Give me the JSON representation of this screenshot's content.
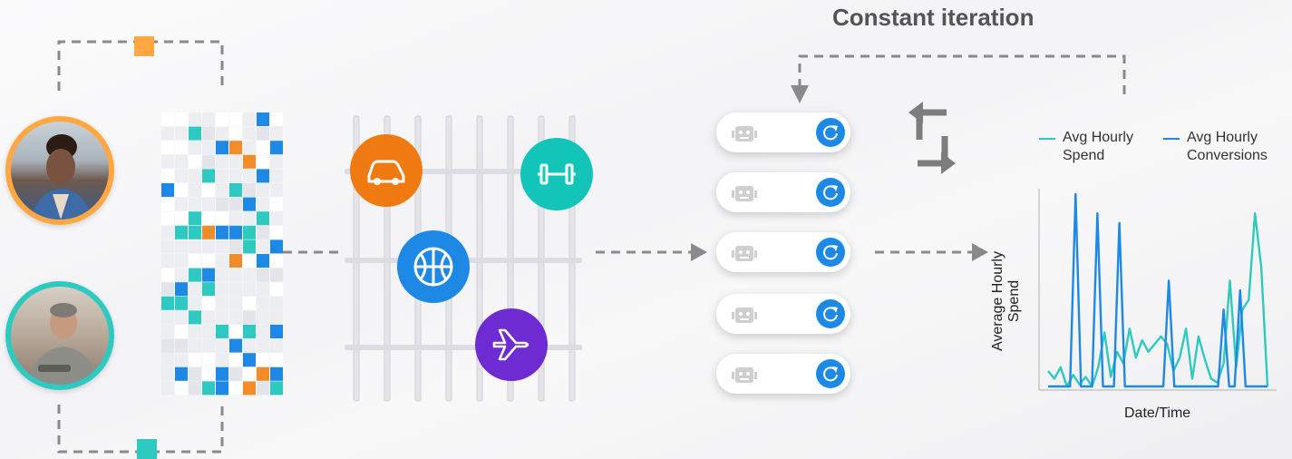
{
  "title": "Constant iteration",
  "colors": {
    "orange": "#ffa843",
    "teal": "#2ec9c0",
    "blue": "#1e88e5",
    "purple": "#6f2bd2",
    "connector_gray": "#8a8a8a"
  },
  "users": [
    {
      "name": "woman-avatar",
      "ring": "#ffa843"
    },
    {
      "name": "man-avatar",
      "ring": "#2ec9c0"
    }
  ],
  "topics": [
    {
      "icon": "car-icon",
      "color": "#f07a12"
    },
    {
      "icon": "dumbbell-icon",
      "color": "#13c4b8"
    },
    {
      "icon": "basketball-icon",
      "color": "#1e88e5"
    },
    {
      "icon": "airplane-icon",
      "color": "#6f2bd2"
    }
  ],
  "model_toggles": [
    {
      "icons": [
        "robot-icon",
        "refresh-icon"
      ]
    },
    {
      "icons": [
        "robot-icon",
        "refresh-icon"
      ]
    },
    {
      "icons": [
        "robot-icon",
        "refresh-icon"
      ]
    },
    {
      "icons": [
        "robot-icon",
        "refresh-icon"
      ]
    },
    {
      "icons": [
        "robot-icon",
        "refresh-icon"
      ]
    }
  ],
  "chart_data": {
    "type": "line",
    "title": "",
    "xlabel": "Date/Time",
    "ylabel": "Average Hourly Spend",
    "legend": "top",
    "grid": false,
    "x": [
      0,
      1,
      2,
      3,
      4,
      5,
      6,
      7,
      8,
      9,
      10,
      11,
      12,
      13,
      14,
      15,
      16,
      17,
      18,
      19,
      20,
      21,
      22,
      23,
      24,
      25,
      26,
      27,
      28,
      29,
      30,
      31,
      32,
      33,
      34,
      35,
      36,
      37,
      38,
      39,
      40
    ],
    "ylim": [
      0,
      100
    ],
    "series": [
      {
        "name": "Avg Hourly Spend",
        "color": "#2ec9c0",
        "values": [
          8,
          4,
          10,
          0,
          6,
          1,
          5,
          0,
          10,
          28,
          5,
          18,
          12,
          30,
          15,
          24,
          18,
          22,
          26,
          22,
          8,
          15,
          30,
          4,
          26,
          14,
          4,
          2,
          12,
          55,
          10,
          40,
          45,
          90,
          62,
          0
        ]
      },
      {
        "name": "Avg Hourly Conversions",
        "color": "#1e88e5",
        "values": [
          0,
          0,
          0,
          0,
          0,
          100,
          0,
          0,
          0,
          90,
          0,
          0,
          0,
          85,
          0,
          0,
          0,
          0,
          0,
          0,
          0,
          0,
          55,
          0,
          0,
          0,
          0,
          0,
          0,
          0,
          0,
          0,
          40,
          0,
          0,
          50,
          0,
          0,
          0,
          0,
          0
        ]
      }
    ]
  }
}
